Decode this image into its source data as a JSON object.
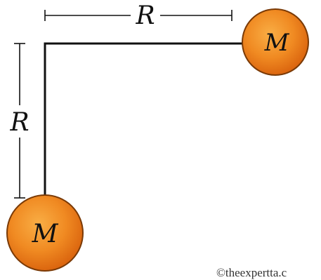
{
  "diagram": {
    "top_dimension_label": "R",
    "side_dimension_label": "R",
    "mass_top_label": "M",
    "mass_bottom_label": "M"
  },
  "colors": {
    "mass_fill_center": "#f7a23a",
    "mass_fill_edge": "#d9620d",
    "mass_outline": "#7a3a06",
    "line": "#111111"
  },
  "watermark": "©theexpertta.c"
}
